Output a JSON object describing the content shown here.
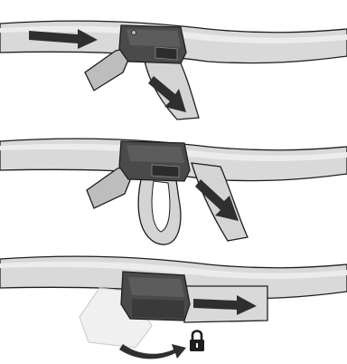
{
  "diagram": {
    "kind": "instruction-illustration",
    "steps": [
      {
        "step": 1,
        "action": "thread-strap-through-buckle",
        "arrows": 2
      },
      {
        "step": 2,
        "action": "fold-strap-back-into-loop",
        "arrows": 1
      },
      {
        "step": 3,
        "action": "pull-strap-and-close-latch",
        "arrows": 2,
        "icon": "lock-icon"
      }
    ],
    "colors": {
      "strap_fill": "#d9d9d9",
      "strap_light": "#ececec",
      "buckle_fill": "#4a4a4a",
      "arrow_fill": "#2f2f2f",
      "outline": "#1e1e1e",
      "ghost_fill": "#eeeeee"
    }
  }
}
